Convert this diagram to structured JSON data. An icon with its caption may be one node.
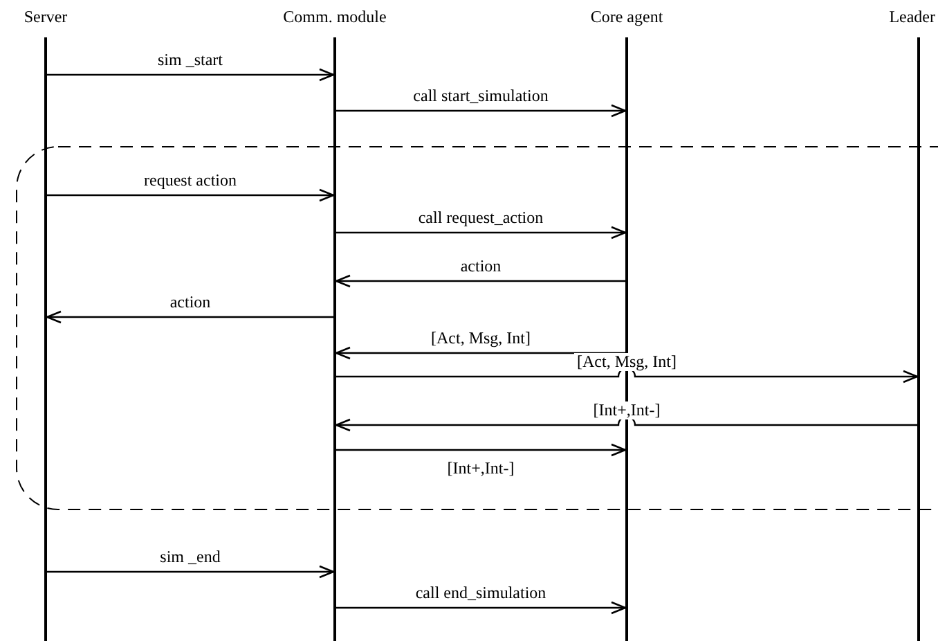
{
  "diagram": {
    "nodes": [
      {
        "text": [
          "Server"
        ]
      },
      {
        "text": [
          "Comm. module"
        ]
      },
      {
        "text": [
          "Core agent"
        ]
      },
      {
        "text": [
          "Leader"
        ]
      }
    ],
    "edges": [
      {
        "from": 0,
        "to": 1,
        "arrow": "to",
        "label": "sim _start"
      },
      {
        "from": 1,
        "to": 2,
        "arrow": "to",
        "label": "call start_simulation"
      },
      {
        "from": 0,
        "to": 1,
        "arrow": "to",
        "label": "request action"
      },
      {
        "from": 1,
        "to": 2,
        "arrow": "to",
        "label": "call request_action"
      },
      {
        "from": 2,
        "to": 1,
        "arrow": "to",
        "label": "action"
      },
      {
        "from": 1,
        "to": 0,
        "arrow": "to",
        "label": "action"
      },
      {
        "from": 2,
        "to": 1,
        "arrow": "to",
        "label": "[Act, Msg, Int]"
      },
      {
        "from": 1,
        "to": 3,
        "arrow": "to",
        "label": "[Act, Msg, Int]"
      },
      {
        "from": 3,
        "to": 1,
        "arrow": "to",
        "label": "[Int+,Int-]"
      },
      {
        "from": 1,
        "to": 2,
        "arrow": "to",
        "label": "[Int+,Int-]"
      },
      {
        "from": 0,
        "to": 1,
        "arrow": "to",
        "label": "sim _end"
      },
      {
        "from": 1,
        "to": 2,
        "arrow": "to",
        "label": "call end_simulation"
      }
    ]
  }
}
